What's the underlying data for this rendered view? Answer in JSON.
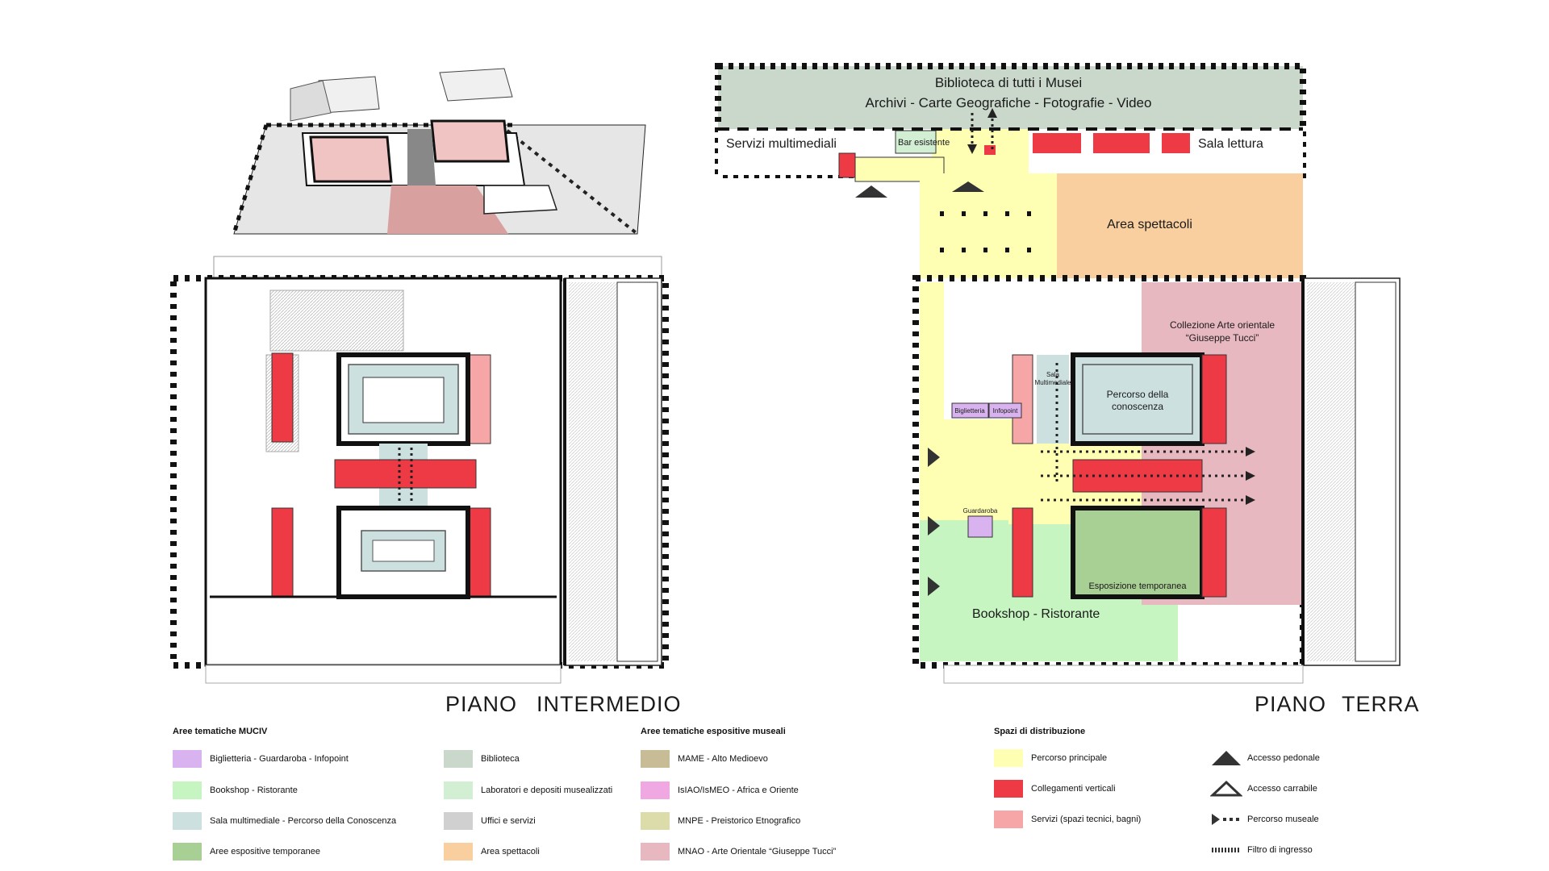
{
  "colors": {
    "lilac": "#d9b3f0",
    "green_light": "#c7f5c2",
    "teal_grey": "#cde0e0",
    "green_mid": "#a8cf94",
    "grey_green": "#cad8cc",
    "green_pale": "#d2efd4",
    "grey": "#d0d0d0",
    "orange": "#f9cf9f",
    "khaki": "#c8bc97",
    "pink": "#f0a8e2",
    "olive_pale": "#dcdcaa",
    "rose": "#e8b8c0",
    "yellow": "#ffffb3",
    "red": "#ee3a44",
    "salmon": "#f6a6a6"
  },
  "plan_labels": {
    "biblioteca_line1": "Biblioteca di tutti i Musei",
    "biblioteca_line2": "Archivi - Carte Geografiche - Fotografie - Video",
    "servizi_multimediali": "Servizi multimediali",
    "bar_esistente": "Bar esistente",
    "sala_lettura": "Sala lettura",
    "area_spettacoli": "Area spettacoli",
    "collezione_line1": "Collezione Arte orientale",
    "collezione_line2": "“Giuseppe Tucci”",
    "sala_line1": "Sala",
    "sala_line2": "Multimediale",
    "percorso_line1": "Percorso della",
    "percorso_line2": "conoscenza",
    "biglietteria": "Biglietteria",
    "infopoint": "Infopoint",
    "guardaroba": "Guardaroba",
    "esposizione": "Esposizione temporanea",
    "bookshop": "Bookshop - Ristorante"
  },
  "floor_titles": {
    "intermedio_a": "PIANO",
    "intermedio_b": "INTERMEDIO",
    "terra_a": "PIANO",
    "terra_b": "TERRA"
  },
  "legend": {
    "col1_head": "Aree tematiche MUCIV",
    "col1": [
      {
        "label": "Biglietteria - Guardaroba - Infopoint",
        "color": "#d9b3f0"
      },
      {
        "label": "Bookshop - Ristorante",
        "color": "#c7f5c2"
      },
      {
        "label": "Sala multimediale - Percorso della Conoscenza",
        "color": "#cde0e0"
      },
      {
        "label": "Aree espositive temporanee",
        "color": "#a8cf94"
      }
    ],
    "col2": [
      {
        "label": "Biblioteca",
        "color": "#cad8cc"
      },
      {
        "label": "Laboratori e depositi musealizzati",
        "color": "#d2efd4"
      },
      {
        "label": "Uffici e servizi",
        "color": "#d0d0d0"
      },
      {
        "label": "Area spettacoli",
        "color": "#f9cf9f"
      }
    ],
    "col3_head": "Aree tematiche espositive museali",
    "col3": [
      {
        "label": "MAME - Alto Medioevo",
        "color": "#c8bc97"
      },
      {
        "label": "IsIAO/IsMEO - Africa e Oriente",
        "color": "#f0a8e2"
      },
      {
        "label": "MNPE - Preistorico Etnografico",
        "color": "#dcdcaa"
      },
      {
        "label": "MNAO - Arte Orientale “Giuseppe Tucci”",
        "color": "#e8b8c0"
      }
    ],
    "col4_head": "Spazi di distribuzione",
    "col4": [
      {
        "label": "Percorso principale",
        "color": "#ffffb3"
      },
      {
        "label": "Collegamenti verticali",
        "color": "#ee3a44"
      },
      {
        "label": "Servizi (spazi tecnici, bagni)",
        "color": "#f6a6a6"
      }
    ],
    "col5": [
      {
        "label": "Accesso pedonale",
        "icon": "filled-triangle-icon"
      },
      {
        "label": "Accesso carrabile",
        "icon": "outline-triangle-icon"
      },
      {
        "label": "Percorso museale",
        "icon": "dotted-arrow-icon"
      },
      {
        "label": "Filtro di ingresso",
        "icon": "hatched-bar-icon"
      }
    ]
  }
}
